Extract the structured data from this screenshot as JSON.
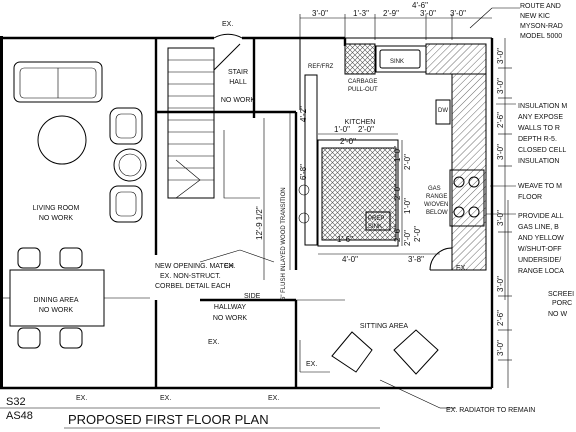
{
  "title": "PROPOSED FIRST FLOOR PLAN",
  "sheet": {
    "number": "S32",
    "ref": "AS48"
  },
  "rooms": {
    "living": {
      "name": "LIVING ROOM",
      "note": "NO WORK"
    },
    "dining": {
      "name": "DINING AREA",
      "note": "NO WORK"
    },
    "stair": {
      "name1": "STAIR",
      "name2": "HALL",
      "note": "NO WORK"
    },
    "kitchen": {
      "name": "KITCHEN"
    },
    "hallway": {
      "name": "HALLWAY",
      "note": "NO WORK"
    },
    "sitting": {
      "name": "SITTING AREA"
    },
    "porch": {
      "name1": "SCREEI",
      "name2": "PORC",
      "note": "NO W"
    }
  },
  "labels": {
    "ex": "EX.",
    "sink": "SINK",
    "prep_sink1": "PREP",
    "prep_sink2": "SINK",
    "ref": "REF/FRZ",
    "carbage1": "CARBAGE",
    "carbage2": "PULL-OUT",
    "dw": "DW",
    "gas1": "GAS",
    "gas2": "RANGE",
    "gas3": "W/OVEN",
    "gas4": "BELOW",
    "transition": "6\" FLUSH INLAYED WOOD TRANSITION",
    "new_opening": [
      "NEW OPENING. MATCH",
      "EX. NON-STRUCT.",
      "CORBEL DETAIL EACH",
      "SIDE"
    ],
    "radiator": "EX. RADIATOR TO REMAIN",
    "route": [
      "ROUTE AND",
      "NEW KIC",
      "MYSON-RAD",
      "MODEL 5000"
    ],
    "insulation": [
      "INSULATION M",
      "ANY EXPOSE",
      "WALLS TO R",
      "DEPTH R-5.",
      "CLOSED CELL",
      "INSULATION"
    ],
    "weave": [
      "WEAVE TO M",
      "FLOOR"
    ],
    "provide": [
      "PROVIDE ALL",
      "GAS LINE, B",
      "AND YELLOW",
      "W/SHUT-OFF",
      "UNDERSIDE/",
      "RANGE LOCA"
    ]
  },
  "dims": {
    "top1": "3'-0\"",
    "top2": "1'-3\"",
    "top3": "2'-9\"",
    "top4": "4'-6\"",
    "top5": "3'-0\"",
    "top6": "3'-0\"",
    "isl_top1": "1'-0\"",
    "isl_top2": "2'-0\"",
    "isl_top3": "2'-0\"",
    "left1": "4'-2\"",
    "left2": "6'-8\"",
    "hall_vert": "12'-9 1/2\"",
    "isl_v1": "1'-0\"",
    "isl_v2": "2'-0\"",
    "isl_v3": "2'-0\"",
    "isl_v4": "1'-0\"",
    "isl_v5": "2'-6\"",
    "isl_v6": "2'-0\"",
    "isl_v7": "2'-0\"",
    "small1": "1'-6\"",
    "bot1": "4'-0\"",
    "bot2": "3'-8\"",
    "right1": "3'-0\"",
    "right2": "3'-0\"",
    "right3": "2'-6\"",
    "right4": "3'-0\"",
    "right5": "3'-0\"",
    "right6": "3'-0\"",
    "right7": "2'-6\"",
    "right8": "3'-0\""
  }
}
